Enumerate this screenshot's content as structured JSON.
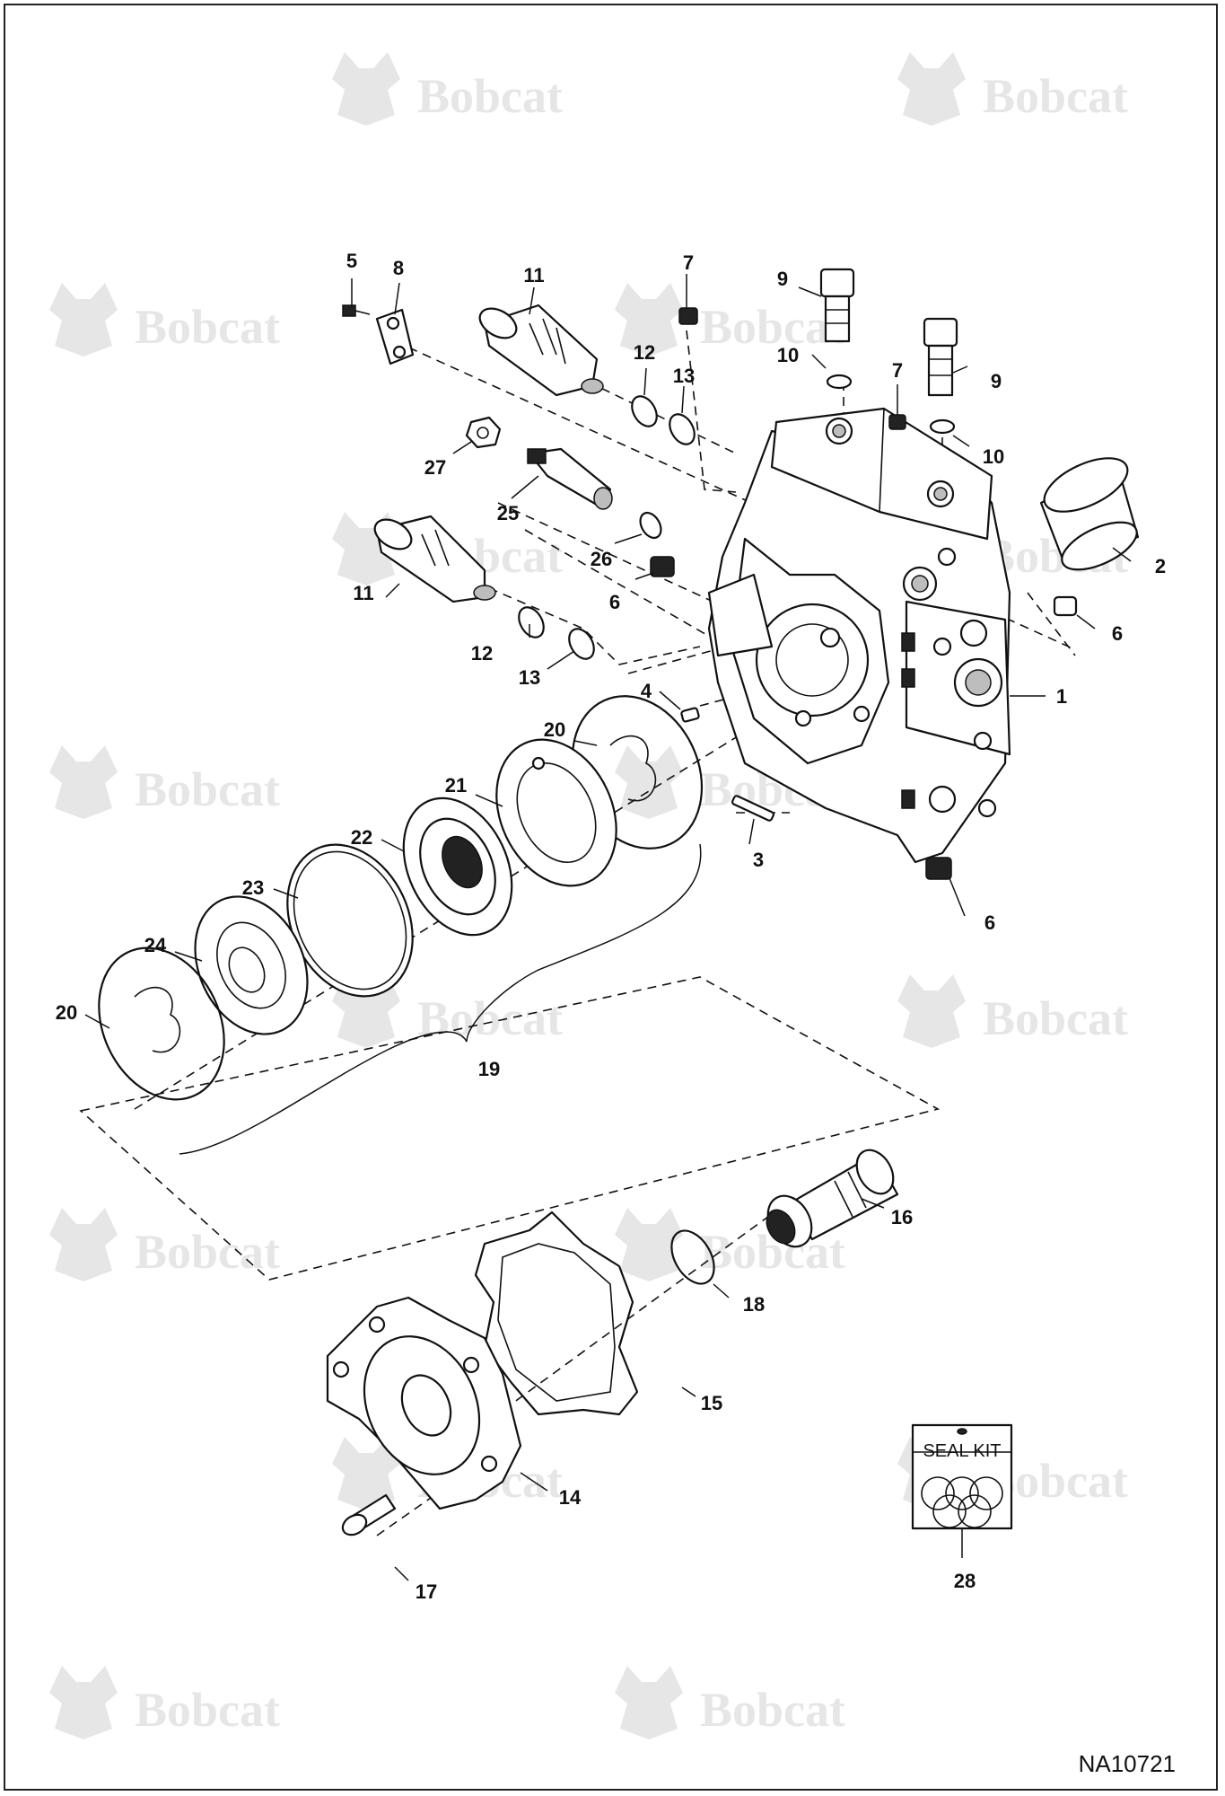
{
  "watermark": {
    "brand": "Bobcat"
  },
  "diagram_code": "NA10721",
  "seal_kit": {
    "label": "SEAL KIT",
    "number": "28"
  },
  "callouts": {
    "c1": "1",
    "c2": "2",
    "c3": "3",
    "c4": "4",
    "c5": "5",
    "c6a": "6",
    "c6b": "6",
    "c6c": "6",
    "c7a": "7",
    "c7b": "7",
    "c8": "8",
    "c9a": "9",
    "c9b": "9",
    "c10a": "10",
    "c10b": "10",
    "c11a": "11",
    "c11b": "11",
    "c12a": "12",
    "c12b": "12",
    "c13a": "13",
    "c13b": "13",
    "c14": "14",
    "c15": "15",
    "c16": "16",
    "c17": "17",
    "c18": "18",
    "c19": "19",
    "c20a": "20",
    "c20b": "20",
    "c21": "21",
    "c22": "22",
    "c23": "23",
    "c24": "24",
    "c25": "25",
    "c26": "26",
    "c27": "27"
  }
}
